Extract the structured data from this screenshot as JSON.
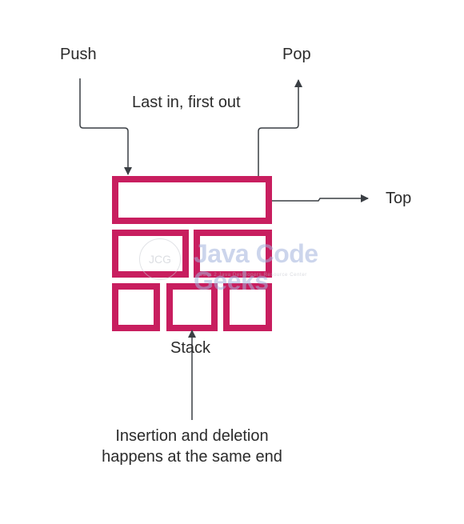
{
  "labels": {
    "push": "Push",
    "pop": "Pop",
    "lifo": "Last in, first out",
    "top": "Top",
    "stack": "Stack",
    "note": "Insertion and deletion happens at the same end"
  },
  "watermark": {
    "logo": "JCG",
    "title": "Java Code Geeks",
    "subtitle": "Java 2 Java Developers Resource Center"
  },
  "colors": {
    "block_border": "#c81e5f",
    "arrow": "#3a3f44",
    "text": "#2b2b2b"
  }
}
